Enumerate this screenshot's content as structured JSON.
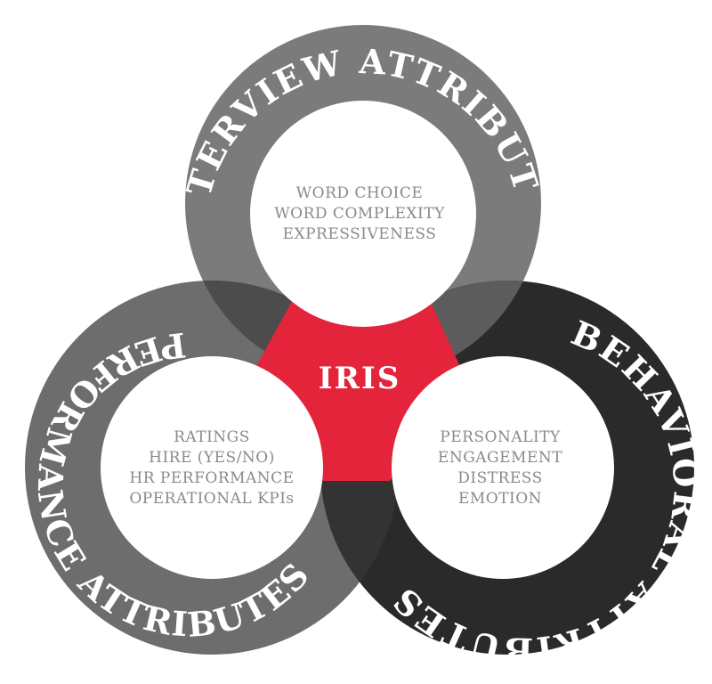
{
  "center": {
    "label": "IRIS",
    "color": "#e4243b"
  },
  "circles": {
    "top": {
      "title": "INTERVIEW ATTRIBUTES",
      "color": "#7b7b7b",
      "items": [
        "WORD CHOICE",
        "WORD COMPLEXITY",
        "EXPRESSIVENESS"
      ]
    },
    "left": {
      "title": "PERFORMANCE ATTRIBUTES",
      "color": "#6d6d6d",
      "items": [
        "RATINGS",
        "HIRE (YES/NO)",
        "HR PERFORMANCE",
        "OPERATIONAL KPIs"
      ]
    },
    "right": {
      "title": "BEHAVIORAL ATTRIBUTES",
      "color": "#2a2a2a",
      "items": [
        "PERSONALITY",
        "ENGAGEMENT",
        "DISTRESS",
        "EMOTION"
      ]
    }
  }
}
